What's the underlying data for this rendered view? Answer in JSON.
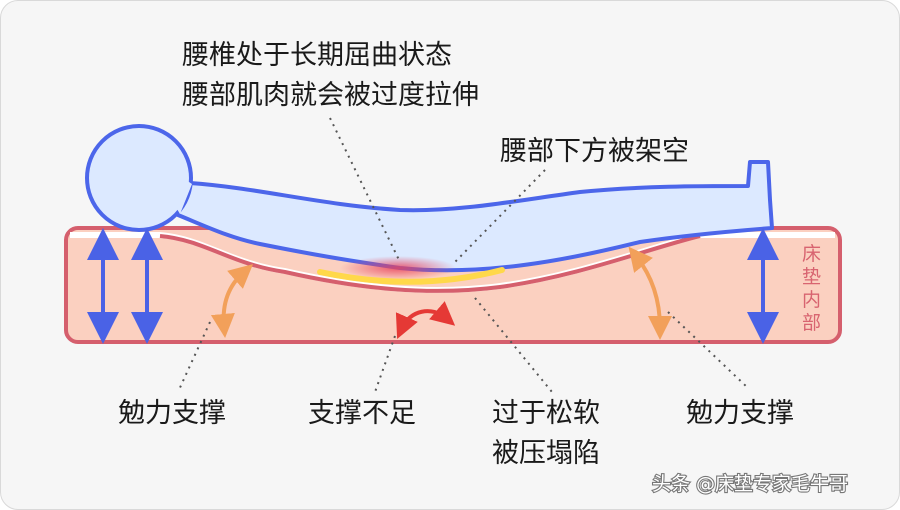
{
  "colors": {
    "background": "#f6f6f6",
    "mattress_fill": "#fbd0c0",
    "mattress_border": "#d55f6d",
    "body_fill": "#dce9ff",
    "body_stroke": "#4c66ea",
    "support_arrow": "#4a62e6",
    "orange_arrow": "#f2a05a",
    "red_arrow": "#e53935",
    "yellow_strip": "#ffd84a",
    "dotted_line": "#555555"
  },
  "labels": {
    "top_line1": "腰椎处于长期屈曲状态",
    "top_line2": "腰部肌肉就会被过度拉伸",
    "middle": "腰部下方被架空",
    "mattress_side": [
      "床",
      "垫",
      "内",
      "部"
    ],
    "bottom_left": "勉力支撑",
    "bottom_mid": "支撑不足",
    "bottom_right_line1": "过于松软",
    "bottom_right_line2": "被压塌陷",
    "bottom_far_right": "勉力支撑"
  },
  "watermark": "头条 @床垫专家毛牛哥",
  "icons": {
    "support": "double-arrow-icon",
    "pressure": "curved-arrow-icon",
    "strain": "red-curved-arrow-icon"
  }
}
